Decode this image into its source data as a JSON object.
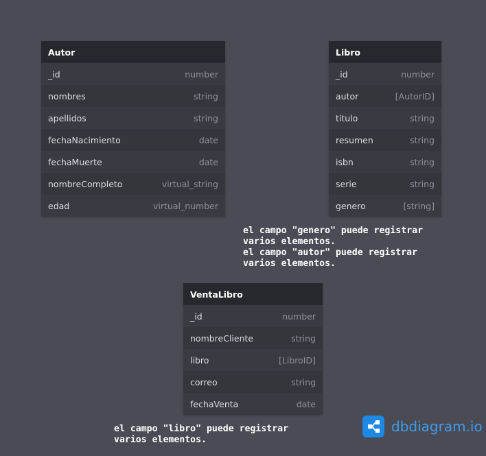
{
  "tables": {
    "autor": {
      "name": "Autor",
      "fields": [
        {
          "name": "_id",
          "type": "number"
        },
        {
          "name": "nombres",
          "type": "string"
        },
        {
          "name": "apellidos",
          "type": "string"
        },
        {
          "name": "fechaNacimiento",
          "type": "date"
        },
        {
          "name": "fechaMuerte",
          "type": "date"
        },
        {
          "name": "nombreCompleto",
          "type": "virtual_string"
        },
        {
          "name": "edad",
          "type": "virtual_number"
        }
      ]
    },
    "libro": {
      "name": "Libro",
      "fields": [
        {
          "name": "_id",
          "type": "number"
        },
        {
          "name": "autor",
          "type": "[AutorID]"
        },
        {
          "name": "titulo",
          "type": "string"
        },
        {
          "name": "resumen",
          "type": "string"
        },
        {
          "name": "isbn",
          "type": "string"
        },
        {
          "name": "serie",
          "type": "string"
        },
        {
          "name": "genero",
          "type": "[string]"
        }
      ]
    },
    "ventalibro": {
      "name": "VentaLibro",
      "fields": [
        {
          "name": "_id",
          "type": "number"
        },
        {
          "name": "nombreCliente",
          "type": "string"
        },
        {
          "name": "libro",
          "type": "[LibroID]"
        },
        {
          "name": "correo",
          "type": "string"
        },
        {
          "name": "fechaVenta",
          "type": "date"
        }
      ]
    }
  },
  "notes": {
    "genero_autor": "el campo \"genero\" puede registrar\nvarios elementos.\nel campo \"autor\" puede registrar\nvarios elementos.",
    "libro": "el campo \"libro\" puede registrar\nvarios elementos."
  },
  "brand": {
    "logo_text": "dbdiagram.io",
    "accent": "#1e88e5"
  }
}
